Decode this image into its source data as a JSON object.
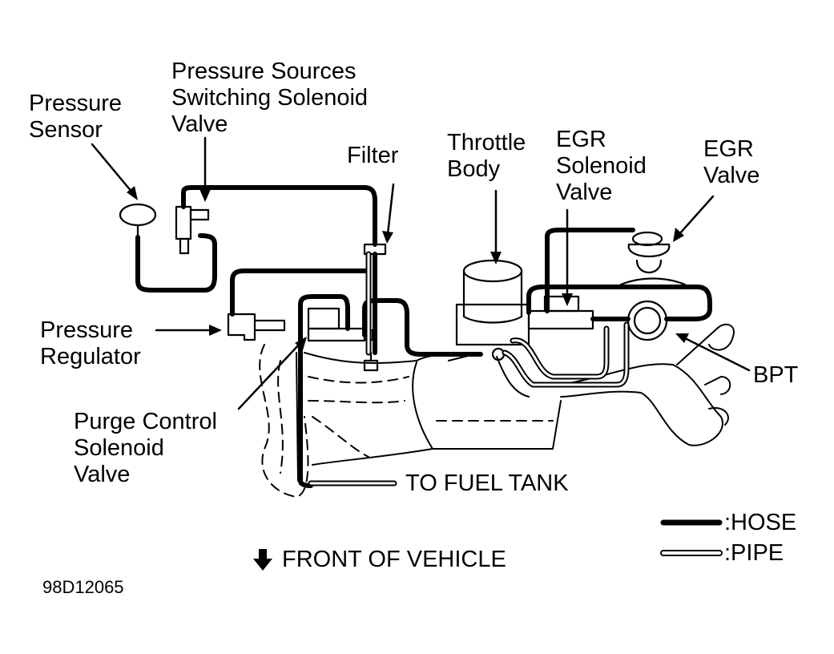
{
  "labels": {
    "pressure_sensor": "Pressure\nSensor",
    "pressure_sources_switching": "Pressure Sources\nSwitching Solenoid\nValve",
    "filter": "Filter",
    "throttle_body": "Throttle\nBody",
    "egr_solenoid_valve": "EGR\nSolenoid\nValve",
    "egr_valve": "EGR\nValve",
    "pressure_regulator": "Pressure\nRegulator",
    "bpt": "BPT",
    "purge_control": "Purge Control\nSolenoid\nValve",
    "to_fuel_tank": "TO FUEL TANK",
    "front_of_vehicle": "FRONT OF VEHICLE",
    "figure_code": "98D12065"
  },
  "legend": {
    "hose": ":HOSE",
    "pipe": ":PIPE"
  },
  "colors": {
    "ink": "#000000",
    "paper": "#ffffff"
  }
}
